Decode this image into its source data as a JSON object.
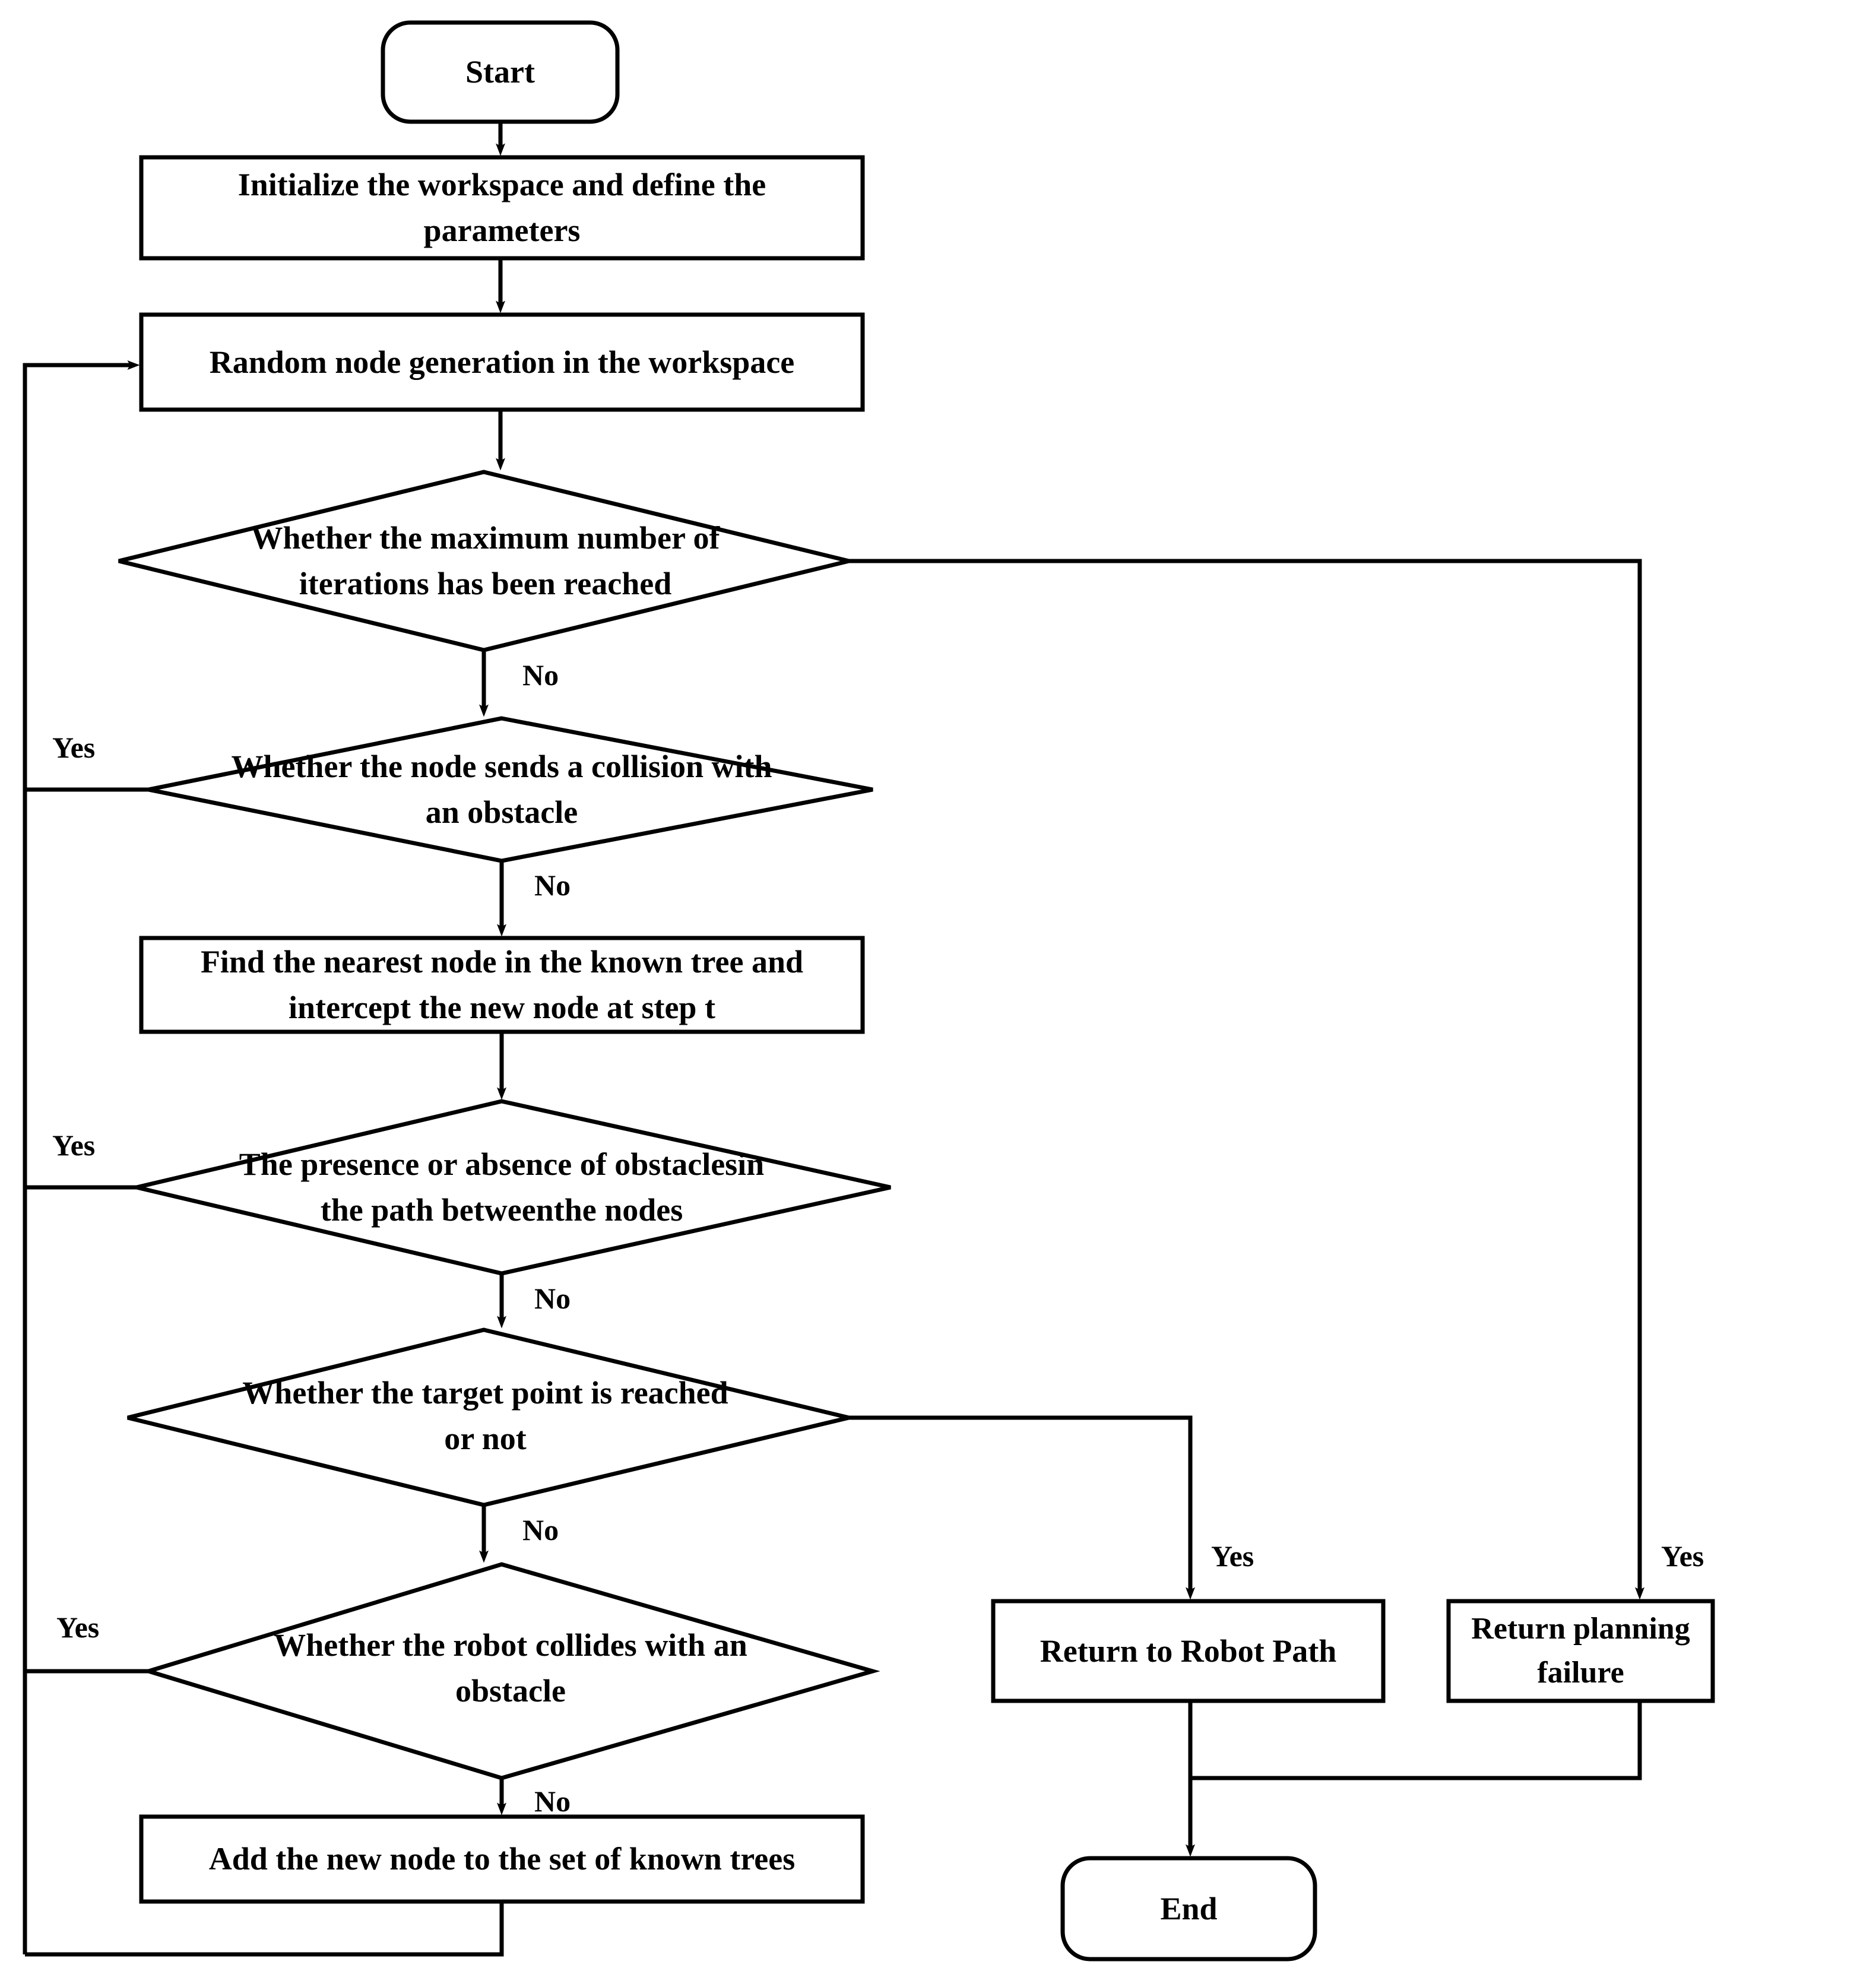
{
  "diagram": {
    "type": "flowchart",
    "title": "RRT path planning algorithm flowchart",
    "stroke_color": "#000000",
    "fill_color": "#ffffff",
    "background": "#ffffff"
  },
  "nodes": {
    "start": {
      "label": "Start",
      "shape": "rounded-terminator"
    },
    "initialize": {
      "label": "Initialize the workspace and define the parameters",
      "shape": "process"
    },
    "random_node": {
      "label": "Random node generation in the workspace",
      "shape": "process"
    },
    "max_iterations": {
      "label": "Whether the maximum number of iterations has been reached",
      "shape": "decision"
    },
    "node_collision": {
      "label": "Whether the node sends a collision with an obstacle",
      "shape": "decision"
    },
    "find_nearest": {
      "label": "Find the nearest node in the known tree and intercept the new node at step t",
      "shape": "process"
    },
    "path_obstacles": {
      "label": "The presence or absence of obstaclesin the path betweenthe nodes",
      "shape": "decision"
    },
    "target_reached": {
      "label": "Whether the target point is reached or not",
      "shape": "decision"
    },
    "robot_collision": {
      "label": "Whether the robot collides with an obstacle",
      "shape": "decision"
    },
    "add_node": {
      "label": "Add the new node to the set of known trees",
      "shape": "process"
    },
    "return_path": {
      "label": "Return to Robot Path",
      "shape": "process"
    },
    "return_failure": {
      "label": "Return planning failure",
      "shape": "process"
    },
    "end": {
      "label": "End",
      "shape": "rounded-terminator"
    }
  },
  "edge_labels": {
    "max_iterations_no": "No",
    "max_iterations_yes": "Yes",
    "node_collision_no": "No",
    "node_collision_yes": "Yes",
    "path_obstacles_no": "No",
    "path_obstacles_yes": "Yes",
    "target_reached_no": "No",
    "target_reached_yes": "Yes",
    "robot_collision_no": "No",
    "robot_collision_yes": "Yes"
  }
}
